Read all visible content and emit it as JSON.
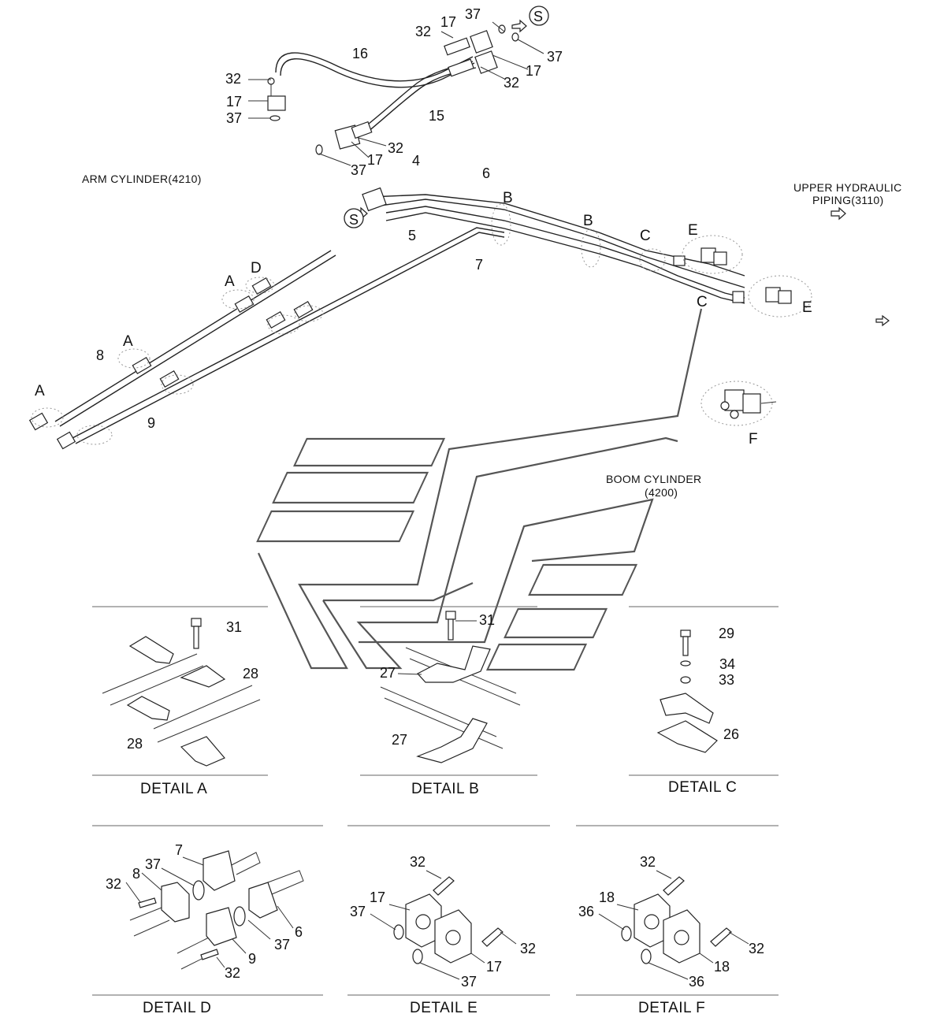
{
  "notes": {
    "arm_cylinder": "ARM CYLINDER(4210)",
    "upper_hydraulic_1": "UPPER HYDRAULIC",
    "upper_hydraulic_2": "PIPING(3110)",
    "boom_cylinder_1": "BOOM CYLINDER",
    "boom_cylinder_2": "(4200)"
  },
  "main_callouts": {
    "top_37": "37",
    "top_17": "17",
    "top_32a": "32",
    "top_S": "S",
    "r_37": "37",
    "r_17": "17",
    "r_32": "32",
    "n16": "16",
    "n15": "15",
    "l_32": "32",
    "l_17": "17",
    "l_37": "37",
    "m_32": "32",
    "m_17": "17",
    "m_37": "37",
    "n4": "4",
    "n6": "6",
    "S2": "S",
    "n5": "5",
    "n7": "7",
    "n8": "8",
    "n9": "9"
  },
  "detail_letters": {
    "B1": "B",
    "B2": "B",
    "C1": "C",
    "C2": "C",
    "E1": "E",
    "E2": "E",
    "A1": "A",
    "A2": "A",
    "A3": "A",
    "D": "D",
    "F": "F"
  },
  "details": {
    "A": {
      "title": "DETAIL  A",
      "c31": "31",
      "c28a": "28",
      "c28b": "28"
    },
    "B": {
      "title": "DETAIL  B",
      "c31": "31",
      "c27a": "27",
      "c27b": "27"
    },
    "C": {
      "title": "DETAIL  C",
      "c29": "29",
      "c34": "34",
      "c33": "33",
      "c26": "26"
    },
    "D": {
      "title": "DETAIL  D",
      "c7": "7",
      "c8": "8",
      "c37a": "37",
      "c32a": "32",
      "c37b": "37",
      "c6": "6",
      "c9": "9",
      "c32b": "32"
    },
    "E": {
      "title": "DETAIL  E",
      "c32a": "32",
      "c17a": "17",
      "c37a": "37",
      "c32b": "32",
      "c17b": "17",
      "c37b": "37"
    },
    "F": {
      "title": "DETAIL  F",
      "c32a": "32",
      "c18a": "18",
      "c36a": "36",
      "c32b": "32",
      "c18b": "18",
      "c36b": "36"
    }
  }
}
